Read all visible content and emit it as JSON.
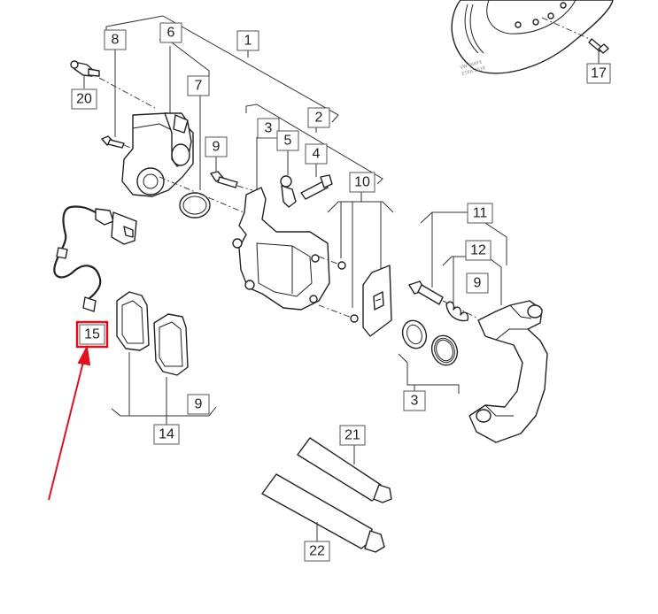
{
  "callouts": {
    "c1": "1",
    "c2": "2",
    "c3a": "3",
    "c3b": "3",
    "c4": "4",
    "c5": "5",
    "c6": "6",
    "c7": "7",
    "c8": "8",
    "c9a": "9",
    "c9b": "9",
    "c9c": "9",
    "c10": "10",
    "c11": "11",
    "c12": "12",
    "c14": "14",
    "c15": "15",
    "c17": "17",
    "c20": "20",
    "c21": "21",
    "c22": "22"
  },
  "highlight": {
    "callout": "15",
    "color": "#e0101e"
  },
  "colors": {
    "line": "#222222",
    "highlight": "#e0101e",
    "background": "#ffffff"
  }
}
